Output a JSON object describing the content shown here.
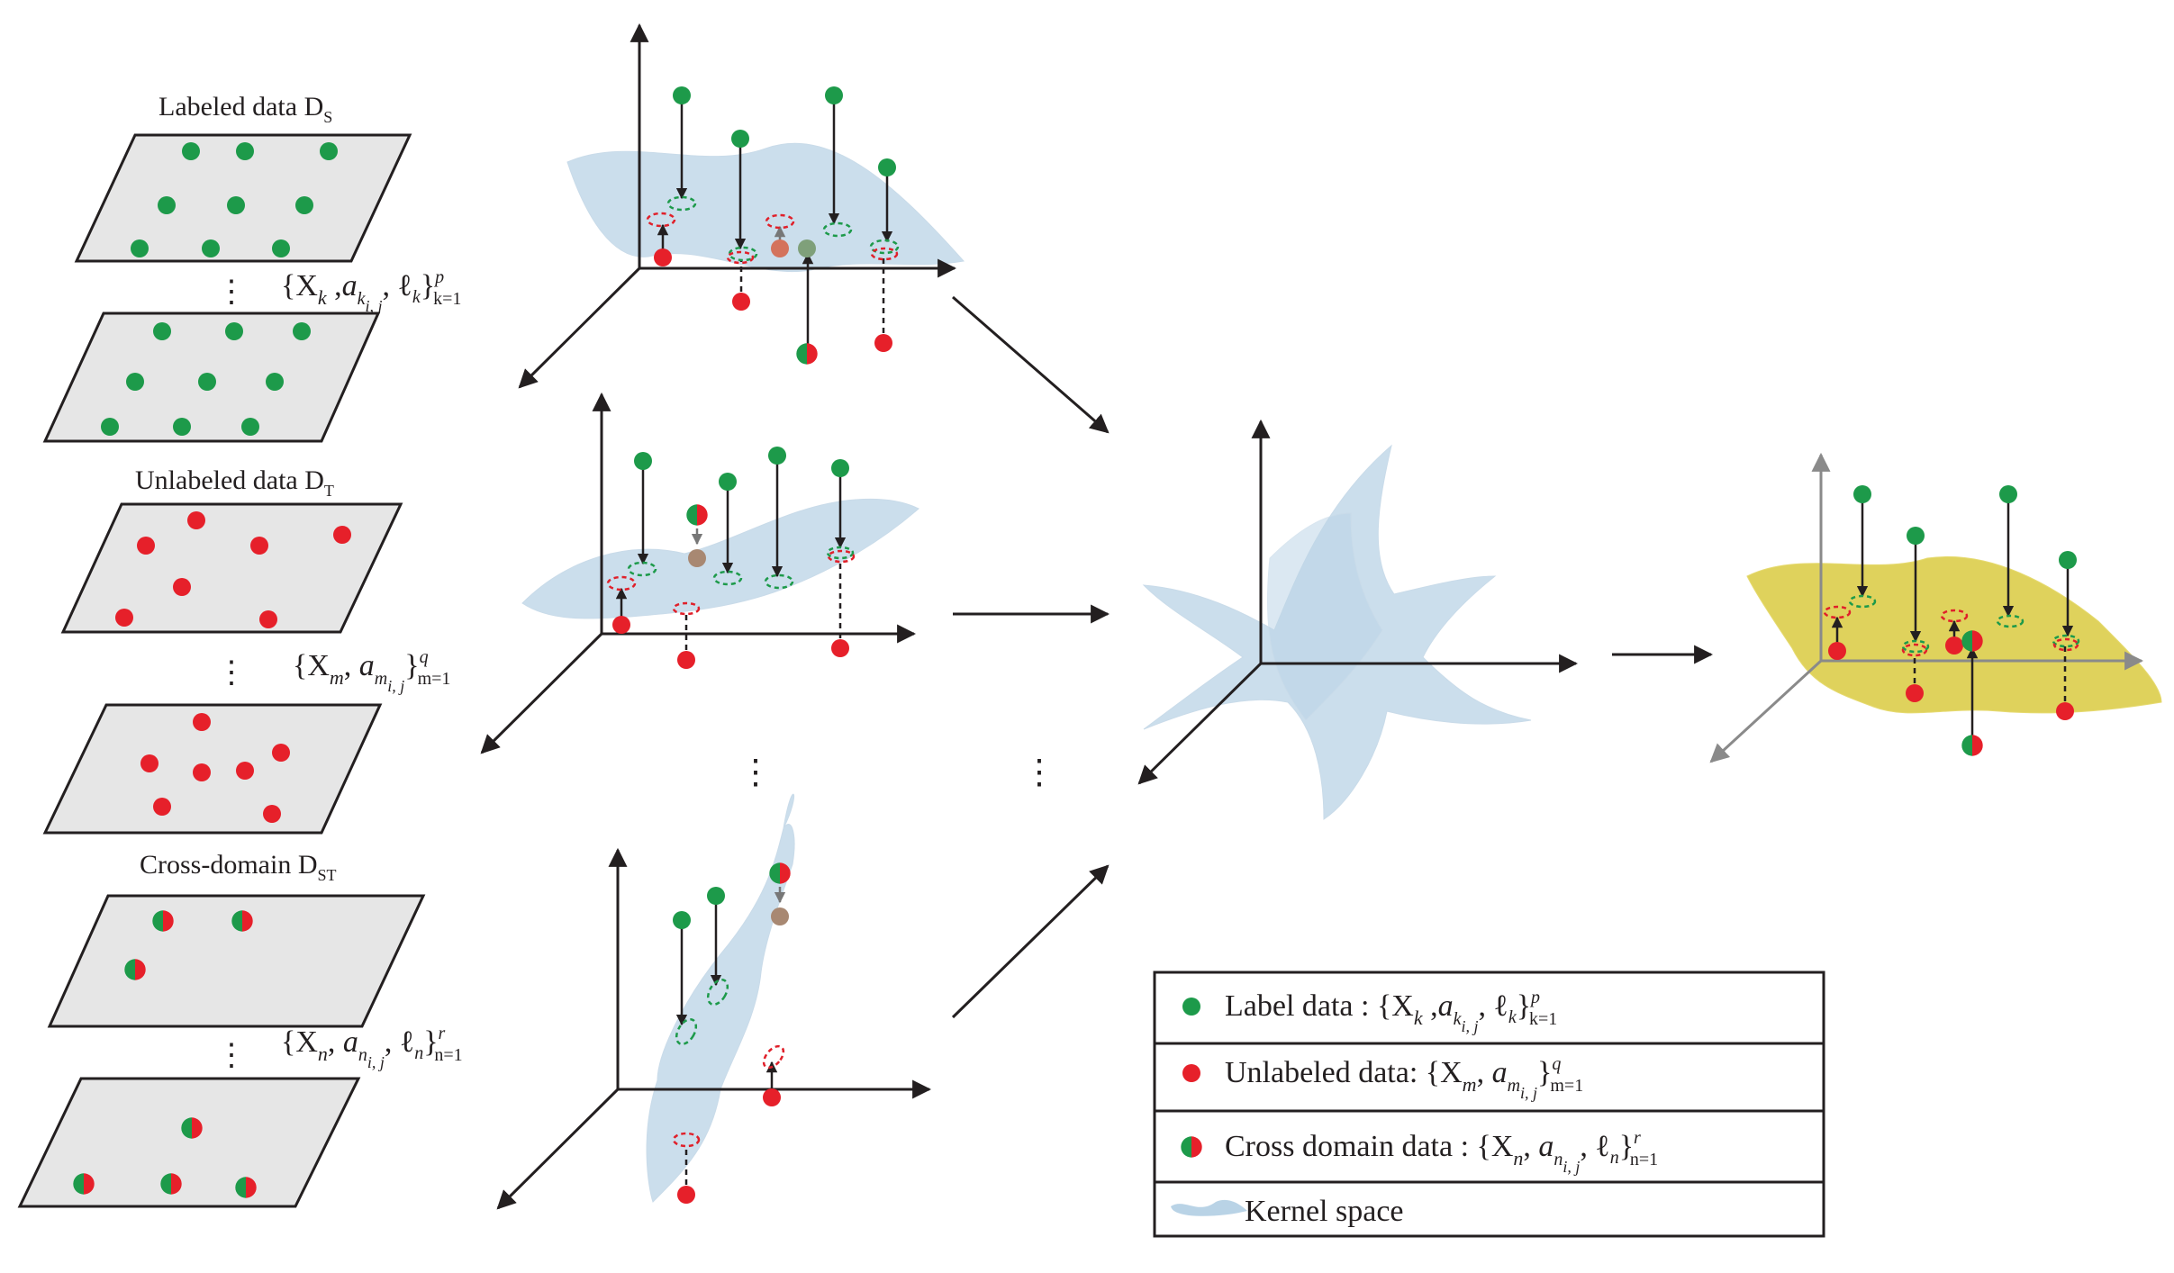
{
  "colors": {
    "label_data": "#1d9a4a",
    "unlabeled_data": "#e6202a",
    "kernel_space": "#b9d3e6",
    "kernel_result": "#dccd4a"
  },
  "domains": {
    "labeled": {
      "title": "Labeled data D",
      "sub": "S",
      "set": "{X",
      "k": "k",
      "a": "a",
      "ki": "k",
      "ij": "i, j",
      "l": "ℓ",
      "lk": "k",
      "close": "}",
      "p": "p",
      "range": "k=1"
    },
    "unlabeled": {
      "title": "Unlabeled data D",
      "sub": "T",
      "set": "{X",
      "m": "m",
      "a": "a",
      "mi": "m",
      "ij": "i, j",
      "close": "}",
      "q": "q",
      "range": "m=1"
    },
    "cross": {
      "title": "Cross-domain D",
      "sub": "ST",
      "set": "{X",
      "n": "n",
      "a": "a",
      "ni": "n",
      "ij": "i, j",
      "l": "ℓ",
      "ln": "n",
      "close": "}",
      "r": "r",
      "range": "n=1"
    }
  },
  "ellipsis": "⋮",
  "legend": {
    "label": {
      "text": "Label data : {X",
      "k": "k",
      "a": "a",
      "ki": "k",
      "ij": "i, j",
      "l": "ℓ",
      "lk": "k",
      "close": "}",
      "p": "p",
      "range": "k=1"
    },
    "unlabeled": {
      "text": "Unlabeled data: {X",
      "m": "m",
      "a": "a",
      "mi": "m",
      "ij": "i, j",
      "close": "}",
      "q": "q",
      "range": "m=1"
    },
    "cross": {
      "text": "Cross domain data : {X",
      "n": "n",
      "a": "a",
      "ni": "n",
      "ij": "i, j",
      "l": "ℓ",
      "ln": "n",
      "close": "}",
      "r": "r",
      "range": "n=1"
    },
    "kernel": {
      "text": "Kernel space"
    }
  }
}
